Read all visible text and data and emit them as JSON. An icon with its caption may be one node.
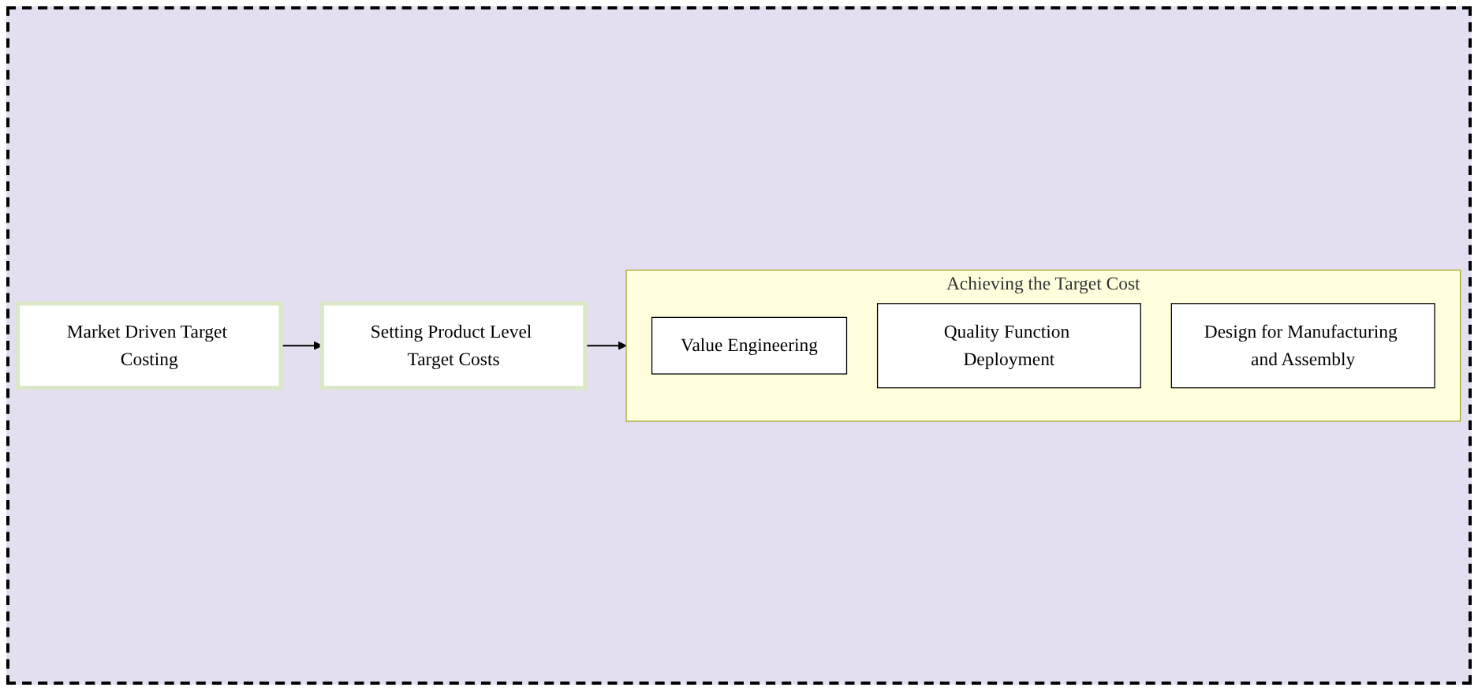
{
  "diagram": {
    "nodes": [
      {
        "text": [
          "Market Driven Target Costing"
        ]
      },
      {
        "text": [
          "Setting Product Level Target Costs"
        ]
      },
      {
        "text": [
          "Achieving the Target Cost"
        ]
      },
      {
        "text": [
          "Value Engineering"
        ],
        "in": 2
      },
      {
        "text": [
          "Quality Function Deployment"
        ],
        "in": 2
      },
      {
        "text": [
          "Design for Manufacturing and Assembly"
        ],
        "in": 2
      }
    ],
    "edges": [
      {
        "from": 0,
        "to": 1,
        "arrow": "to"
      },
      {
        "from": 1,
        "to": 2,
        "arrow": "to"
      }
    ]
  }
}
